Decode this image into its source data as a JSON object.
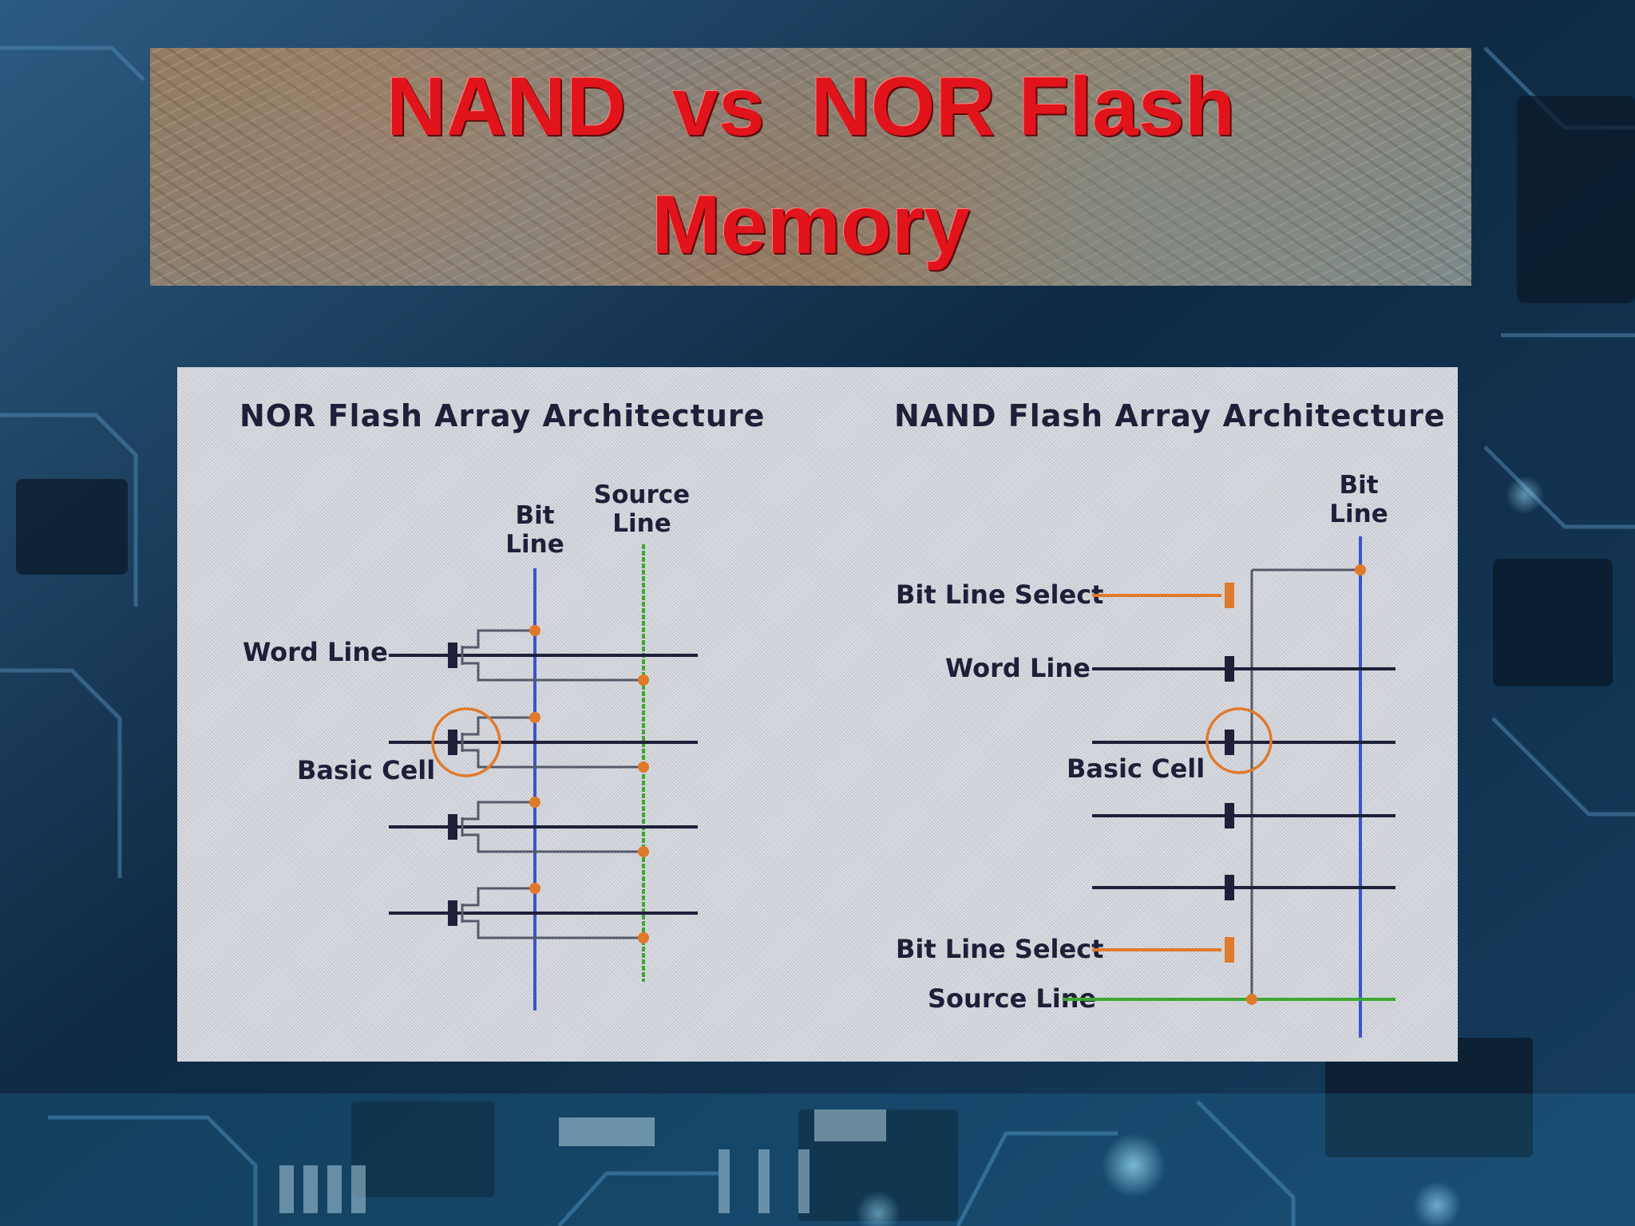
{
  "title": {
    "line1": "NAND  vs  NOR Flash",
    "line2": "Memory"
  },
  "nor": {
    "heading": "NOR Flash Array Architecture",
    "bit_line_label": [
      "Bit",
      "Line"
    ],
    "source_line_label": [
      "Source",
      "Line"
    ],
    "word_line_label": "Word Line",
    "basic_cell_label": "Basic Cell"
  },
  "nand": {
    "heading": "NAND Flash Array Architecture",
    "bit_line_label": [
      "Bit",
      "Line"
    ],
    "bit_line_select_top": "Bit Line Select",
    "word_line_label": "Word Line",
    "basic_cell_label": "Basic Cell",
    "bit_line_select_bottom": "Bit Line Select",
    "source_line_label": "Source Line"
  },
  "colors": {
    "title_red": "#e1141b",
    "bit_line_blue": "#3a55c8",
    "source_line_green": "#3da832",
    "select_orange": "#e07a2a",
    "line_dark": "#1e1f38"
  }
}
